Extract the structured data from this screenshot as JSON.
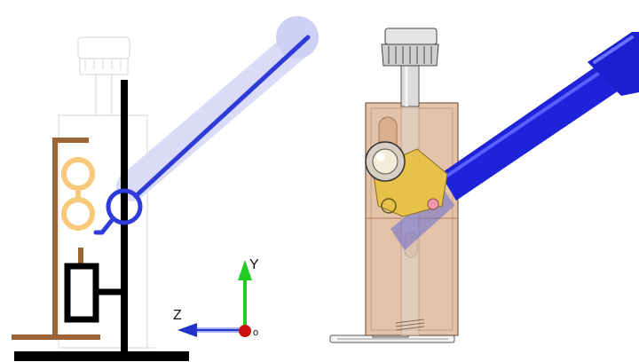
{
  "axes": {
    "y_label": "Y",
    "z_label": "Z",
    "origin_mark": "o"
  },
  "colors": {
    "schematic_frame": "#000000",
    "mount_bracket": "#9a6436",
    "linkage_rings": "#f8c978",
    "lever": "#2f3bd6",
    "lever_ghost": "#cfd0f5",
    "housing": "#e3c3a9",
    "housing_edge": "#b07a55",
    "cam_plate": "#e6c24a",
    "knob": "#d6d6d6",
    "axis_x_dot": "#cc1111",
    "axis_y": "#22cc22",
    "axis_z": "#2233cc"
  },
  "icons": {
    "coordinate_triad": "axis-triad-icon"
  }
}
